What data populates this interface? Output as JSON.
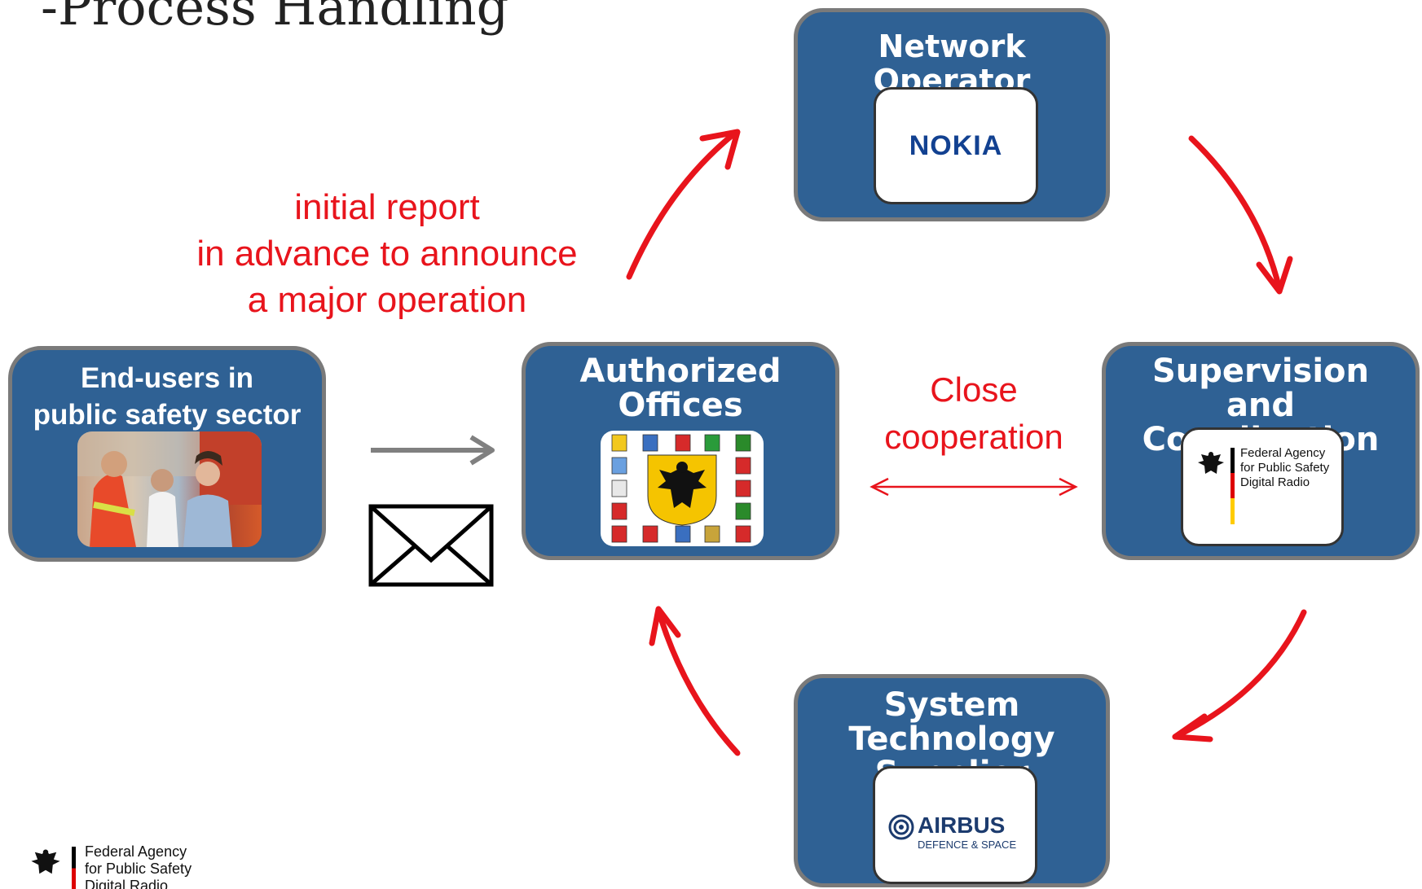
{
  "title": "-Process Handling",
  "annotations": {
    "initial_report": [
      "initial report",
      "in advance to announce",
      "a major operation"
    ],
    "close_cooperation": [
      "Close",
      "cooperation"
    ]
  },
  "nodes": {
    "network_operator": {
      "title": "Network Operator",
      "logo_text": "NOKIA"
    },
    "end_users": {
      "title_lines": [
        "End-users in",
        "public safety sector"
      ]
    },
    "authorized_offices": {
      "title_lines": [
        "Authorized",
        "Offices"
      ]
    },
    "supervision": {
      "title_lines": [
        "Supervision",
        "and Coordination"
      ],
      "logo_lines": [
        "Federal Agency",
        "for Public Safety",
        "Digital Radio"
      ]
    },
    "supplier": {
      "title_lines": [
        "System Technology",
        "Supplier"
      ],
      "logo_main": "AIRBUS",
      "logo_sub": "DEFENCE & SPACE"
    }
  },
  "footer_logo": {
    "lines": [
      "Federal Agency",
      "for Public Safety",
      "Digital Radio"
    ]
  },
  "colors": {
    "box_fill": "#2f6194",
    "box_border": "#7a7a7a",
    "accent_red": "#e8141c",
    "nokia_blue": "#124191"
  },
  "icons": [
    "eagle-icon",
    "envelope-icon",
    "coat-of-arms-icon",
    "airbus-swirl-icon"
  ]
}
